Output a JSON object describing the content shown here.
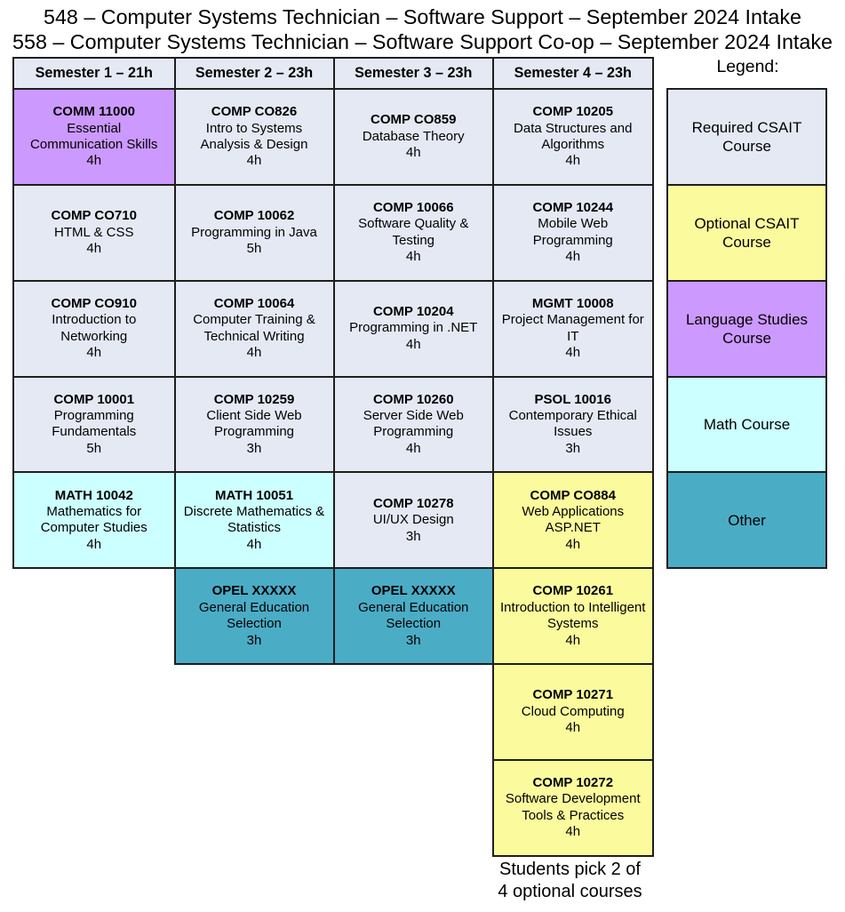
{
  "titles": [
    "548 – Computer Systems Technician – Software Support – September 2024 Intake",
    "558 – Computer Systems Technician – Software Support Co-op – September 2024 Intake"
  ],
  "table": {
    "headers": [
      "Semester 1 – 21h",
      "Semester 2 – 23h",
      "Semester 3 – 23h",
      "Semester 4 – 23h"
    ],
    "columns": [
      {
        "semester": "Semester 1",
        "courses": [
          {
            "code": "COMM 11000",
            "name": "Essential\nCommunication Skills",
            "hours": "4h",
            "type": "language"
          },
          {
            "code": "COMP CO710",
            "name": "HTML & CSS",
            "hours": "4h",
            "type": "required"
          },
          {
            "code": "COMP CO910",
            "name": "Introduction to\nNetworking",
            "hours": "4h",
            "type": "required"
          },
          {
            "code": "COMP 10001",
            "name": "Programming\nFundamentals",
            "hours": "5h",
            "type": "required"
          },
          {
            "code": "MATH 10042",
            "name": "Mathematics for\nComputer Studies",
            "hours": "4h",
            "type": "math"
          }
        ]
      },
      {
        "semester": "Semester 2",
        "courses": [
          {
            "code": "COMP CO826",
            "name": "Intro to Systems\nAnalysis & Design",
            "hours": "4h",
            "type": "required"
          },
          {
            "code": "COMP 10062",
            "name": "Programming in Java",
            "hours": "5h",
            "type": "required"
          },
          {
            "code": "COMP 10064",
            "name": "Computer Training &\nTechnical Writing",
            "hours": "4h",
            "type": "required"
          },
          {
            "code": "COMP 10259",
            "name": "Client Side Web\nProgramming",
            "hours": "3h",
            "type": "required"
          },
          {
            "code": "MATH 10051",
            "name": "Discrete Mathematics &\nStatistics",
            "hours": "4h",
            "type": "math"
          },
          {
            "code": "OPEL XXXXX",
            "name": "General Education\nSelection",
            "hours": "3h",
            "type": "other"
          }
        ]
      },
      {
        "semester": "Semester 3",
        "courses": [
          {
            "code": "COMP CO859",
            "name": "Database Theory",
            "hours": "4h",
            "type": "required"
          },
          {
            "code": "COMP 10066",
            "name": "Software Quality &\nTesting",
            "hours": "4h",
            "type": "required"
          },
          {
            "code": "COMP 10204",
            "name": "Programming in .NET",
            "hours": "4h",
            "type": "required"
          },
          {
            "code": "COMP 10260",
            "name": "Server Side Web\nProgramming",
            "hours": "4h",
            "type": "required"
          },
          {
            "code": "COMP 10278",
            "name": "UI/UX Design",
            "hours": "3h",
            "type": "required"
          },
          {
            "code": "OPEL XXXXX",
            "name": "General Education\nSelection",
            "hours": "3h",
            "type": "other"
          }
        ]
      },
      {
        "semester": "Semester 4",
        "courses": [
          {
            "code": "COMP 10205",
            "name": "Data Structures and\nAlgorithms",
            "hours": "4h",
            "type": "required"
          },
          {
            "code": "COMP 10244",
            "name": "Mobile Web\nProgramming",
            "hours": "4h",
            "type": "required"
          },
          {
            "code": "MGMT 10008",
            "name": "Project Management for\nIT",
            "hours": "4h",
            "type": "required"
          },
          {
            "code": "PSOL 10016",
            "name": "Contemporary Ethical\nIssues",
            "hours": "3h",
            "type": "required"
          },
          {
            "code": "COMP CO884",
            "name": "Web Applications\nASP.NET",
            "hours": "4h",
            "type": "optional"
          },
          {
            "code": "COMP 10261",
            "name": "Introduction to Intelligent\nSystems",
            "hours": "4h",
            "type": "optional"
          },
          {
            "code": "COMP 10271",
            "name": "Cloud Computing",
            "hours": "4h",
            "type": "optional"
          },
          {
            "code": "COMP 10272",
            "name": "Software Development\nTools & Practices",
            "hours": "4h",
            "type": "optional"
          }
        ]
      }
    ]
  },
  "legend": {
    "title": "Legend:",
    "items": [
      {
        "label": "Required CSAIT\nCourse",
        "type": "required"
      },
      {
        "label": "Optional CSAIT\nCourse",
        "type": "optional"
      },
      {
        "label": "Language Studies\nCourse",
        "type": "language"
      },
      {
        "label": "Math Course",
        "type": "math"
      },
      {
        "label": "Other",
        "type": "other"
      }
    ]
  },
  "footnote": "Students pick 2 of\n4 optional courses",
  "colors": {
    "required": "#e5e9f4",
    "optional": "#fbfb9d",
    "language": "#cc99ff",
    "math": "#ccffff",
    "other": "#4bacc6",
    "header": "#e5e9f4",
    "border": "#1e1e1e",
    "text": "#000000"
  }
}
